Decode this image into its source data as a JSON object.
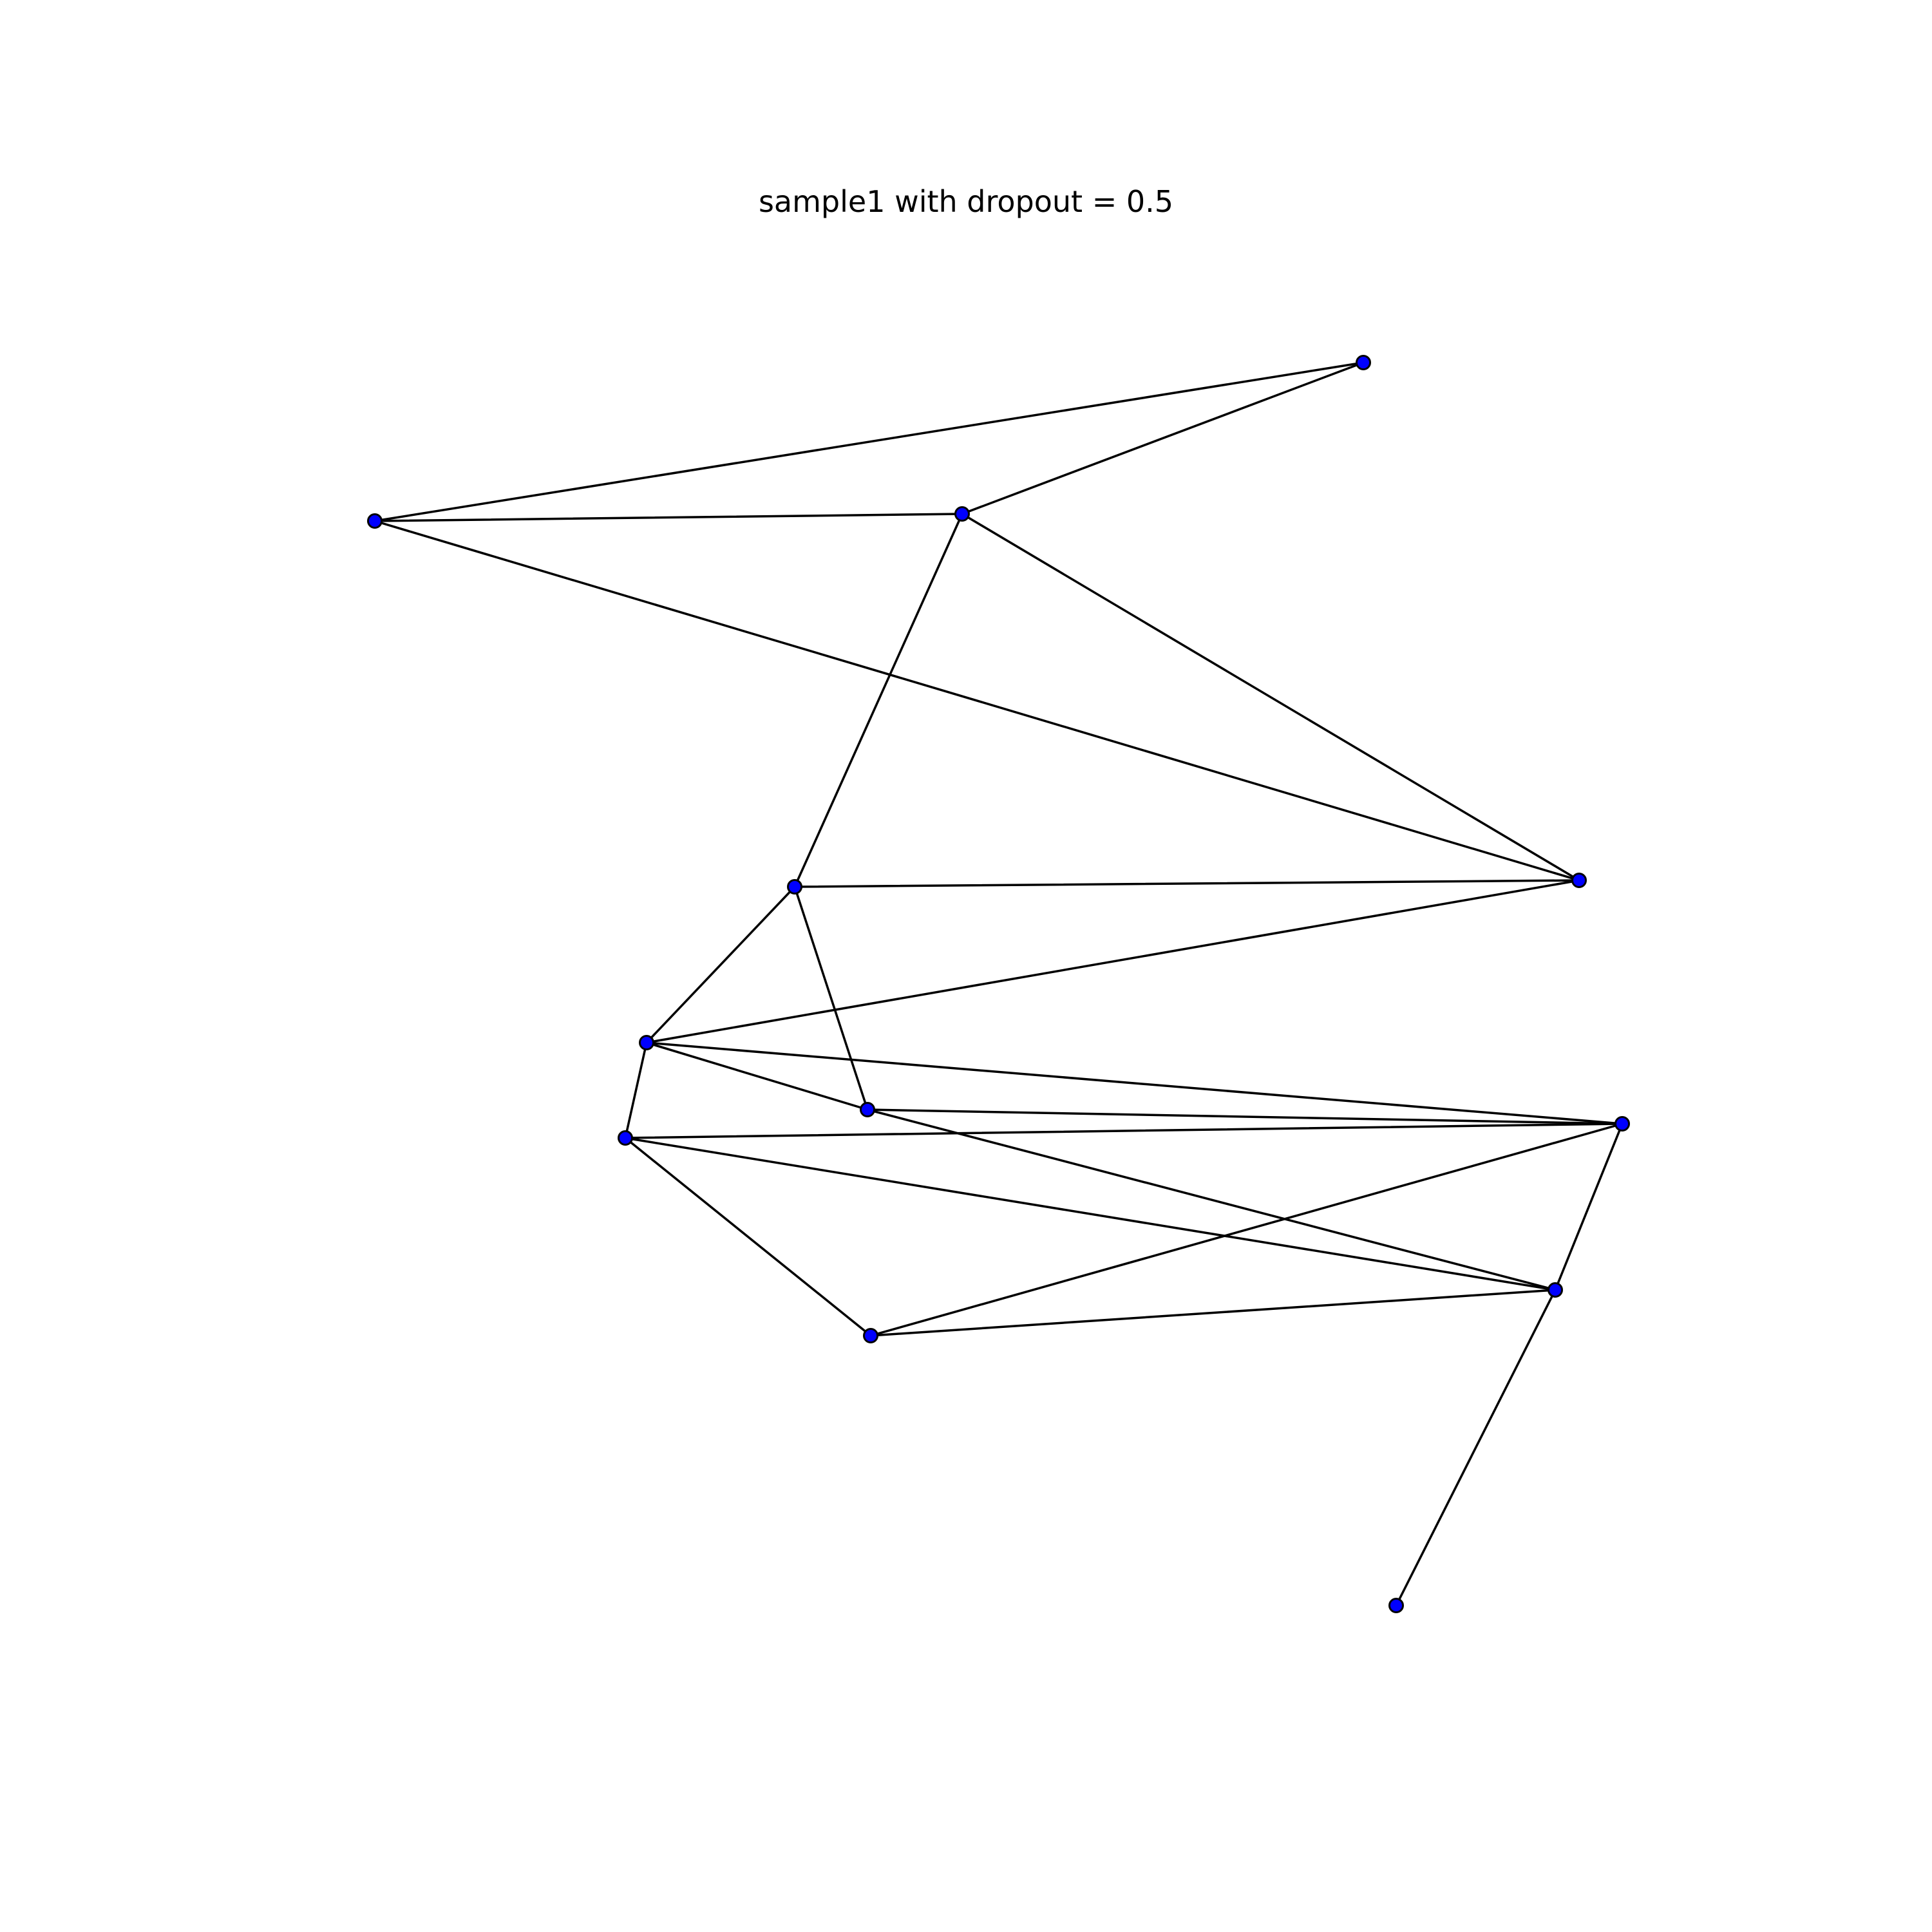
{
  "figure": {
    "title": "sample1 with dropout = 0.5"
  },
  "colors": {
    "background": "#ffffff",
    "node_fill": "#0000ff",
    "node_stroke": "#000000",
    "edge_stroke": "#000000",
    "title_text": "#000000"
  },
  "graph": {
    "nodes": [
      {
        "id": "n0"
      },
      {
        "id": "n1"
      },
      {
        "id": "n2"
      },
      {
        "id": "n3"
      },
      {
        "id": "n4"
      },
      {
        "id": "n5"
      },
      {
        "id": "n6"
      },
      {
        "id": "n7"
      },
      {
        "id": "n8"
      },
      {
        "id": "n9"
      },
      {
        "id": "n10"
      },
      {
        "id": "n11"
      },
      {
        "id": "n12"
      }
    ],
    "edges": [
      [
        "n0",
        "n1"
      ],
      [
        "n0",
        "n2"
      ],
      [
        "n1",
        "n2"
      ],
      [
        "n1",
        "n3"
      ],
      [
        "n1",
        "n4"
      ],
      [
        "n2",
        "n4"
      ],
      [
        "n4",
        "n3"
      ],
      [
        "n4",
        "n5"
      ],
      [
        "n3",
        "n5"
      ],
      [
        "n3",
        "n6"
      ],
      [
        "n5",
        "n6"
      ],
      [
        "n5",
        "n7"
      ],
      [
        "n5",
        "n8"
      ],
      [
        "n8",
        "n7"
      ],
      [
        "n8",
        "n6"
      ],
      [
        "n8",
        "n9"
      ],
      [
        "n7",
        "n9"
      ],
      [
        "n7",
        "n11"
      ],
      [
        "n8",
        "n10"
      ],
      [
        "n6",
        "n9"
      ],
      [
        "n9",
        "n10"
      ],
      [
        "n9",
        "n12"
      ],
      [
        "n10",
        "n11"
      ]
    ]
  }
}
